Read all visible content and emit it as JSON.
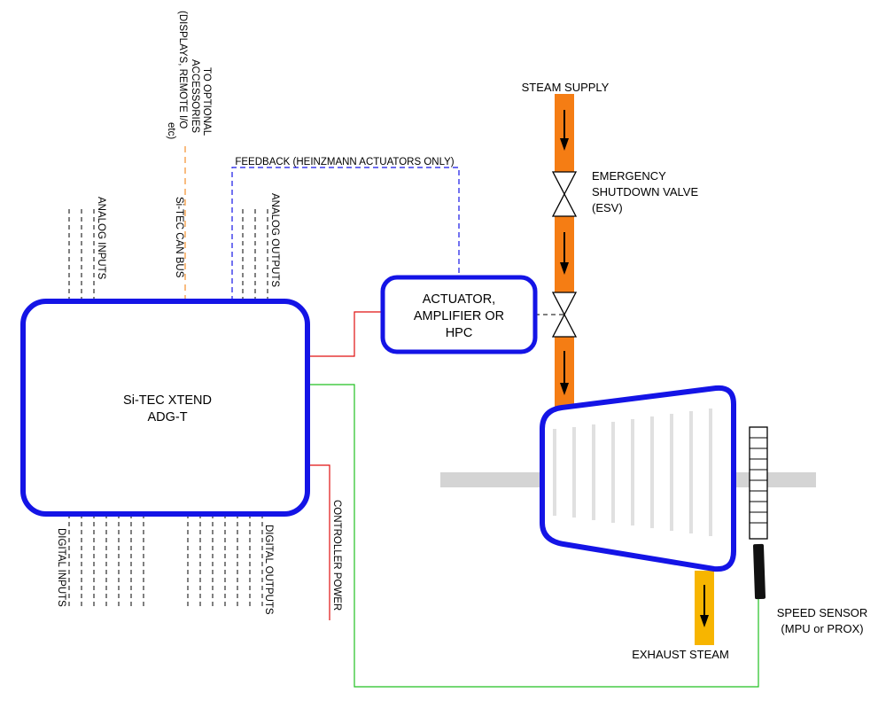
{
  "controller": {
    "name": "Si-TEC XTEND",
    "model": "ADG-T"
  },
  "actuator": {
    "line1": "ACTUATOR,",
    "line2": "AMPLIFIER OR",
    "line3": "HPC"
  },
  "labels": {
    "steam_supply": "STEAM SUPPLY",
    "esv_line1": "EMERGENCY",
    "esv_line2": "SHUTDOWN VALVE",
    "esv_line3": "(ESV)",
    "exhaust_steam": "EXHAUST STEAM",
    "speed_sensor_line1": "SPEED SENSOR",
    "speed_sensor_line2": "(MPU or PROX)",
    "feedback": "FEEDBACK (HEINZMANN ACTUATORS ONLY)",
    "accessories_line1": "TO OPTIONAL",
    "accessories_line2": "ACCESSORIES",
    "accessories_line3": "(DISPLAYS, REMOTE I/O",
    "accessories_line4": "etc)",
    "can_bus": "Si-TEC CAN BUS",
    "analog_inputs": "ANALOG INPUTS",
    "analog_outputs": "ANALOG OUTPUTS",
    "digital_inputs": "DIGITAL INPUTS",
    "digital_outputs": "DIGITAL OUTPUTS",
    "controller_power": "CONTROLLER POWER"
  },
  "colors": {
    "controller_border": "#1414e6",
    "steam_supply": "#f57d14",
    "exhaust": "#f7b500",
    "feedback": "#1414e6",
    "can_bus": "#f5a04a",
    "power": "#e01010",
    "speed_signal": "#22c022",
    "shaft": "#d4d4d4"
  }
}
